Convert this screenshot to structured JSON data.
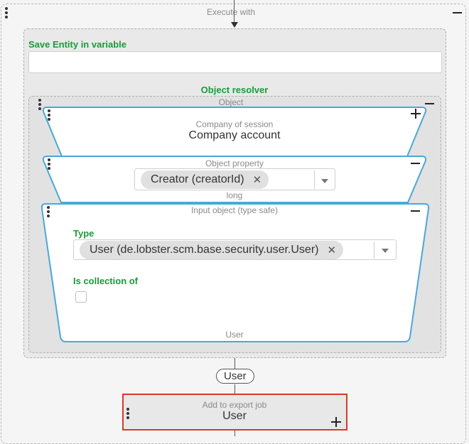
{
  "execute_with": {
    "label": "Execute with"
  },
  "save_entity": {
    "label": "Save Entity in variable",
    "value": ""
  },
  "object_resolver": {
    "label": "Object resolver",
    "section_label": "Object"
  },
  "company_of_session": {
    "subtitle": "Company of session",
    "title": "Company account"
  },
  "object_property": {
    "label": "Object property",
    "chip": "Creator (creatorId)",
    "type_hint": "long"
  },
  "input_object": {
    "label": "Input object (type safe)",
    "type_label": "Type",
    "type_chip": "User (de.lobster.scm.base.security.user.User)",
    "collection_label": "Is collection of",
    "footer": "User"
  },
  "connector_pill": "User",
  "export_job": {
    "subtitle": "Add to export job",
    "title": "User"
  },
  "colors": {
    "accent_green": "#1a9a3a",
    "node_border": "#4aa8d8",
    "highlight_red": "#d9382c"
  }
}
